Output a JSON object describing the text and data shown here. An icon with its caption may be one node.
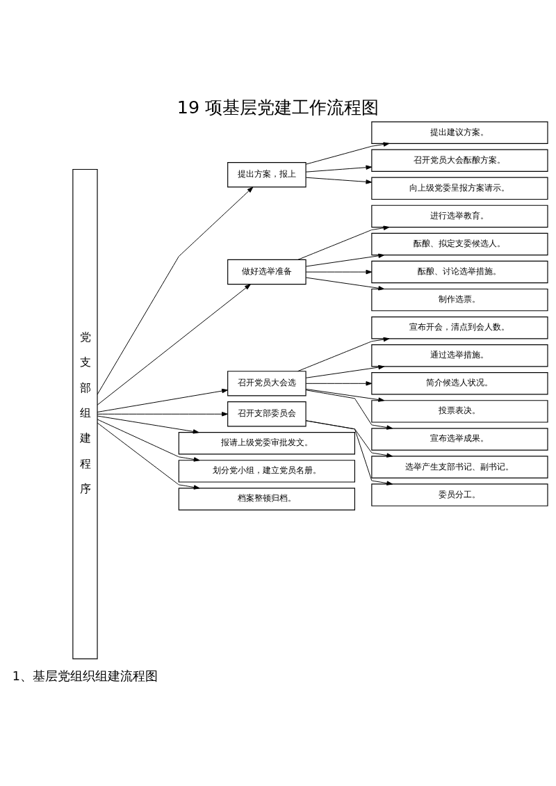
{
  "diagram": {
    "title": "19 项基层党建工作流程图",
    "nodes": [
      {
        "text": [
          "党支部组建程序"
        ]
      },
      {
        "text": [
          "提出方案，报上"
        ]
      },
      {
        "text": [
          "提出建议方案。"
        ]
      },
      {
        "text": [
          "召开党员大会酝酿方案。"
        ]
      },
      {
        "text": [
          "向上级党委呈报方案请示。"
        ]
      },
      {
        "text": [
          "做好选举准备"
        ]
      },
      {
        "text": [
          "进行选举教育。"
        ]
      },
      {
        "text": [
          "酝酿、拟定支委候选人。"
        ]
      },
      {
        "text": [
          "酝酿、讨论选举措施。"
        ]
      },
      {
        "text": [
          "制作选票。"
        ]
      },
      {
        "text": [
          "召开党员大会选"
        ]
      },
      {
        "text": [
          "宣布开会，清点到会人数。"
        ]
      },
      {
        "text": [
          "通过选举措施。"
        ]
      },
      {
        "text": [
          "简介候选人状况。"
        ]
      },
      {
        "text": [
          "投票表决。"
        ]
      },
      {
        "text": [
          "宣布选举成果。"
        ]
      },
      {
        "text": [
          "召开支部委员会"
        ]
      },
      {
        "text": [
          "选举产生支部书记、副书记。"
        ]
      },
      {
        "text": [
          "委员分工。"
        ]
      },
      {
        "text": [
          "报请上级党委审批发文。"
        ]
      },
      {
        "text": [
          "划分党小组，建立党员名册。"
        ]
      },
      {
        "text": [
          "档案整顿归档。"
        ]
      }
    ],
    "edges": [
      {
        "from": 0,
        "to": 1,
        "arrow": "to"
      },
      {
        "from": 1,
        "to": 2,
        "arrow": "to"
      },
      {
        "from": 1,
        "to": 3,
        "arrow": "to"
      },
      {
        "from": 1,
        "to": 4,
        "arrow": "to"
      },
      {
        "from": 0,
        "to": 5,
        "arrow": "to"
      },
      {
        "from": 5,
        "to": 6,
        "arrow": "to"
      },
      {
        "from": 5,
        "to": 7,
        "arrow": "to"
      },
      {
        "from": 5,
        "to": 8,
        "arrow": "to"
      },
      {
        "from": 5,
        "to": 9,
        "arrow": "to"
      },
      {
        "from": 0,
        "to": 10,
        "arrow": "to"
      },
      {
        "from": 10,
        "to": 11,
        "arrow": "to"
      },
      {
        "from": 10,
        "to": 12,
        "arrow": "to"
      },
      {
        "from": 10,
        "to": 13,
        "arrow": "to"
      },
      {
        "from": 10,
        "to": 14,
        "arrow": "to"
      },
      {
        "from": 10,
        "to": 15,
        "arrow": "to"
      },
      {
        "from": 0,
        "to": 16,
        "arrow": "to"
      },
      {
        "from": 16,
        "to": 17,
        "arrow": "to"
      },
      {
        "from": 16,
        "to": 18,
        "arrow": "to"
      },
      {
        "from": 0,
        "to": 19,
        "arrow": "to"
      },
      {
        "from": 0,
        "to": 20,
        "arrow": "to"
      },
      {
        "from": 0,
        "to": 21,
        "arrow": "to"
      }
    ],
    "labels": [
      "1、基层党组织组建流程图"
    ]
  }
}
